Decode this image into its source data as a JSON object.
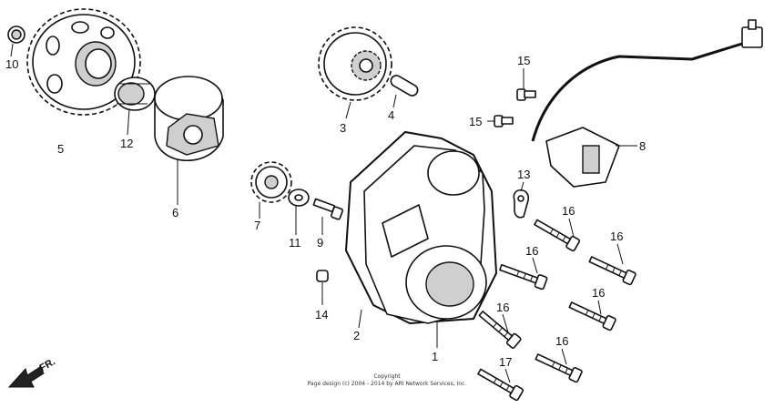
{
  "callouts": {
    "c1": "1",
    "c2": "2",
    "c3": "3",
    "c4": "4",
    "c5": "5",
    "c6": "6",
    "c7": "7",
    "c8": "8",
    "c9": "9",
    "c10": "10",
    "c11": "11",
    "c12": "12",
    "c13": "13",
    "c14": "14",
    "c15a": "15",
    "c15b": "15",
    "c16a": "16",
    "c16b": "16",
    "c16c": "16",
    "c16d": "16",
    "c16e": "16",
    "c16f": "16",
    "c17": "17"
  },
  "direction_label": "FR.",
  "copyright": {
    "line1": "Copyright",
    "line2": "Page design (c) 2004 - 2014 by ARI Network Services, Inc."
  }
}
